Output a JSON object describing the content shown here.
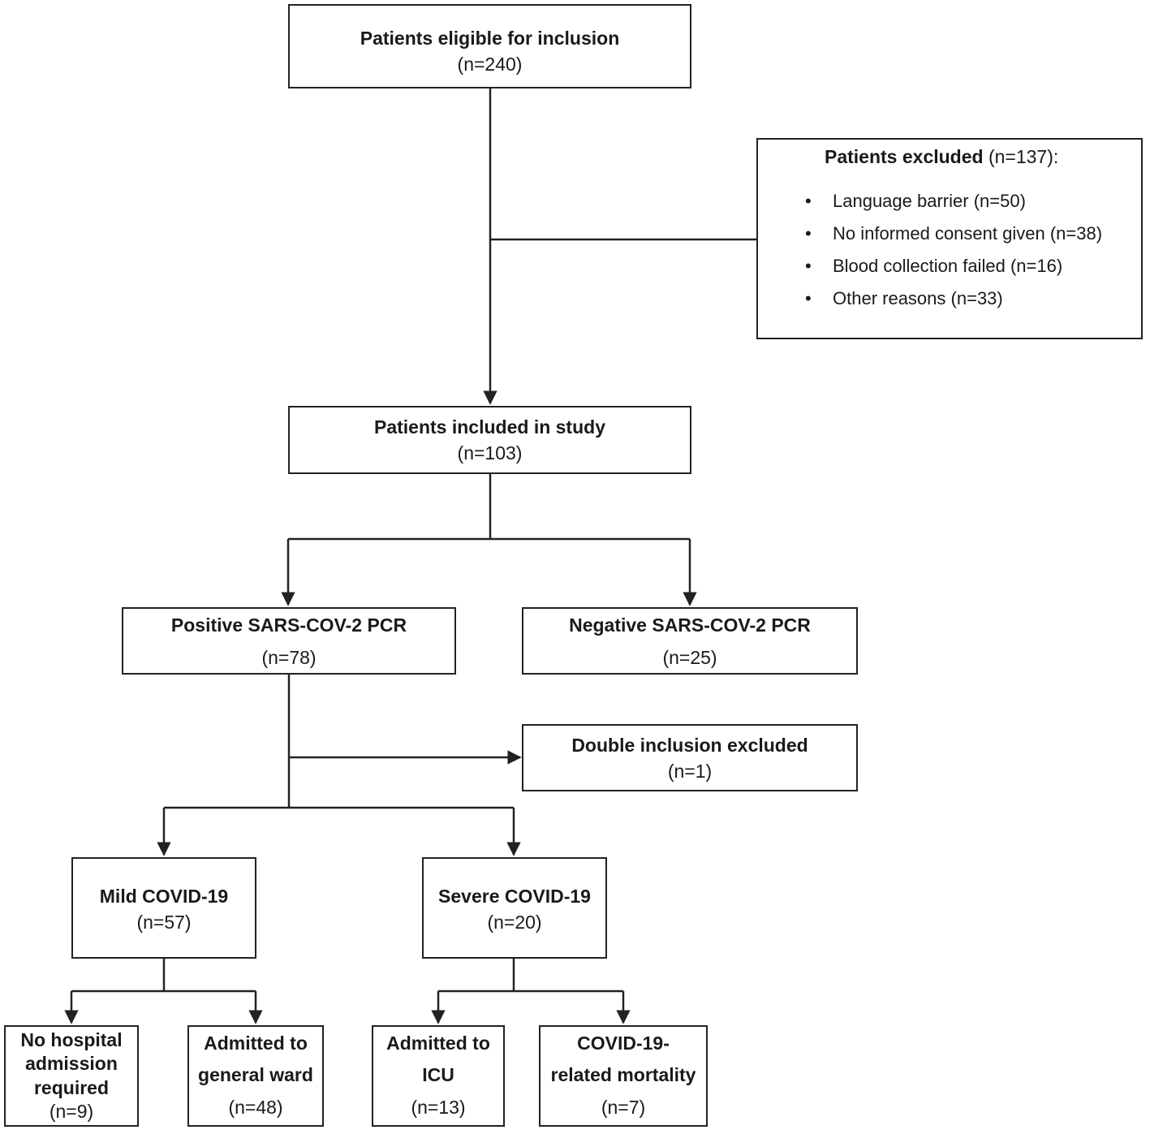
{
  "eligible": {
    "title": "Patients eligible for inclusion",
    "n": "(n=240)"
  },
  "excluded": {
    "title": "Patients excluded",
    "n": "(n=137):",
    "reasons": [
      {
        "label": "Language barrier",
        "n": "(n=50)"
      },
      {
        "label": "No informed consent given",
        "n": "(n=38)"
      },
      {
        "label": "Blood collection failed",
        "n": "(n=16)"
      },
      {
        "label": "Other reasons",
        "n": "(n=33)"
      }
    ]
  },
  "included": {
    "title": "Patients included in study",
    "n": "(n=103)"
  },
  "positive": {
    "title": "Positive SARS-COV-2 PCR",
    "n": "(n=78)"
  },
  "negative": {
    "title": "Negative SARS-COV-2 PCR",
    "n": "(n=25)"
  },
  "double": {
    "title": "Double inclusion excluded",
    "n": "(n=1)"
  },
  "mild": {
    "title": "Mild COVID-19",
    "n": "(n=57)"
  },
  "severe": {
    "title": "Severe COVID-19",
    "n": "(n=20)"
  },
  "no_admission": {
    "lines": [
      "No hospital",
      "admission",
      "required"
    ],
    "n": "(n=9)"
  },
  "general_ward": {
    "lines": [
      "Admitted to",
      "general ward"
    ],
    "n": "(n=48)"
  },
  "icu": {
    "lines": [
      "Admitted to",
      "ICU"
    ],
    "n": "(n=13)"
  },
  "mortality": {
    "lines": [
      "COVID-19-",
      "related mortality"
    ],
    "n": "(n=7)"
  },
  "colors": {
    "line": "#222222",
    "text": "#1a1a1a",
    "background": "#ffffff"
  }
}
